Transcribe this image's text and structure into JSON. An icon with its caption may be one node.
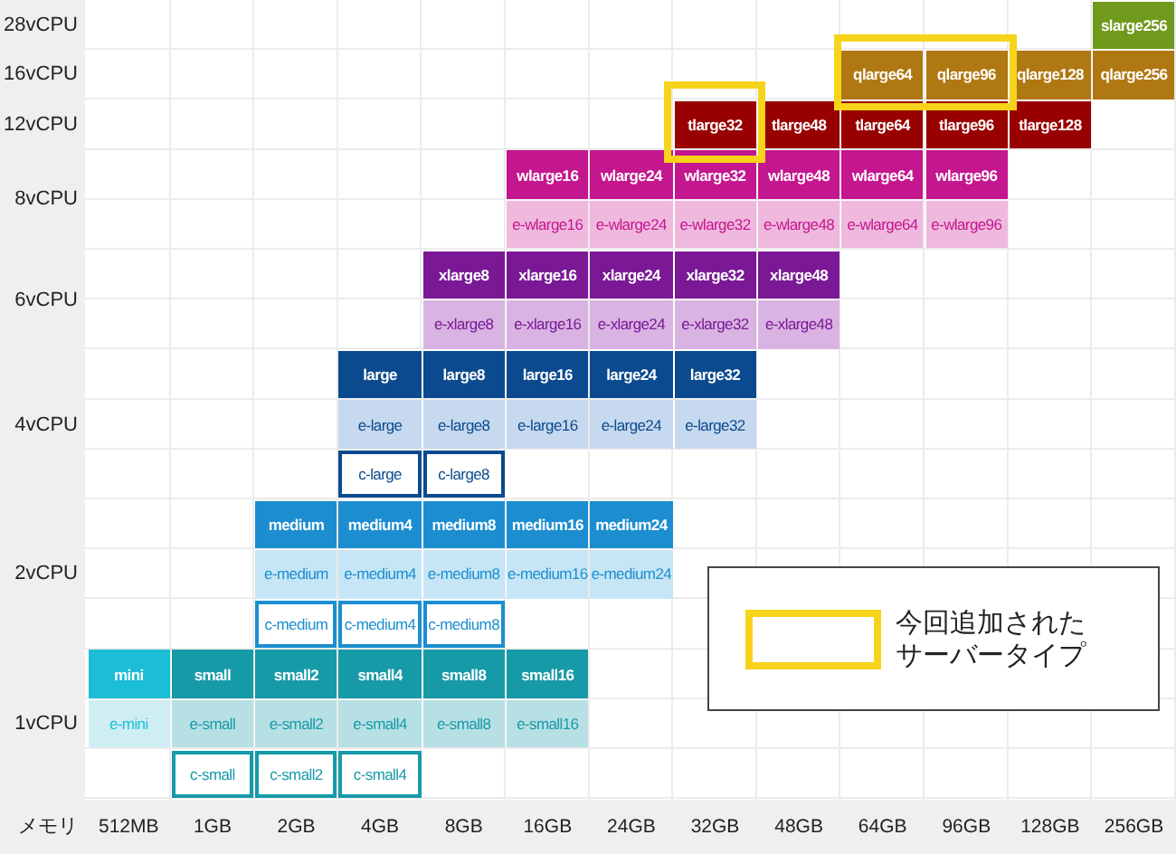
{
  "diagram": {
    "nodes": [
      {
        "text": [
          "slarge256"
        ]
      },
      {
        "text": [
          "qlarge64"
        ]
      },
      {
        "text": [
          "qlarge96"
        ]
      },
      {
        "text": [
          "qlarge128"
        ]
      },
      {
        "text": [
          "qlarge256"
        ]
      },
      {
        "text": [
          "tlarge32"
        ]
      },
      {
        "text": [
          "tlarge48"
        ]
      },
      {
        "text": [
          "tlarge64"
        ]
      },
      {
        "text": [
          "tlarge96"
        ]
      },
      {
        "text": [
          "tlarge128"
        ]
      },
      {
        "text": [
          "wlarge16"
        ]
      },
      {
        "text": [
          "wlarge24"
        ]
      },
      {
        "text": [
          "wlarge32"
        ]
      },
      {
        "text": [
          "wlarge48"
        ]
      },
      {
        "text": [
          "wlarge64"
        ]
      },
      {
        "text": [
          "wlarge96"
        ]
      },
      {
        "text": [
          "e-wlarge16"
        ]
      },
      {
        "text": [
          "e-wlarge24"
        ]
      },
      {
        "text": [
          "e-wlarge32"
        ]
      },
      {
        "text": [
          "e-wlarge48"
        ]
      },
      {
        "text": [
          "e-wlarge64"
        ]
      },
      {
        "text": [
          "e-wlarge96"
        ]
      },
      {
        "text": [
          "xlarge8"
        ]
      },
      {
        "text": [
          "xlarge16"
        ]
      },
      {
        "text": [
          "xlarge24"
        ]
      },
      {
        "text": [
          "xlarge32"
        ]
      },
      {
        "text": [
          "xlarge48"
        ]
      },
      {
        "text": [
          "e-xlarge8"
        ]
      },
      {
        "text": [
          "e-xlarge16"
        ]
      },
      {
        "text": [
          "e-xlarge24"
        ]
      },
      {
        "text": [
          "e-xlarge32"
        ]
      },
      {
        "text": [
          "e-xlarge48"
        ]
      },
      {
        "text": [
          "large"
        ]
      },
      {
        "text": [
          "large8"
        ]
      },
      {
        "text": [
          "large16"
        ]
      },
      {
        "text": [
          "large24"
        ]
      },
      {
        "text": [
          "large32"
        ]
      },
      {
        "text": [
          "e-large"
        ]
      },
      {
        "text": [
          "e-large8"
        ]
      },
      {
        "text": [
          "e-large16"
        ]
      },
      {
        "text": [
          "e-large24"
        ]
      },
      {
        "text": [
          "e-large32"
        ]
      },
      {
        "text": [
          "c-large"
        ]
      },
      {
        "text": [
          "c-large8"
        ]
      },
      {
        "text": [
          "medium"
        ]
      },
      {
        "text": [
          "medium4"
        ]
      },
      {
        "text": [
          "medium8"
        ]
      },
      {
        "text": [
          "medium16"
        ]
      },
      {
        "text": [
          "medium24"
        ]
      },
      {
        "text": [
          "e-medium"
        ]
      },
      {
        "text": [
          "e-medium4"
        ]
      },
      {
        "text": [
          "e-medium8"
        ]
      },
      {
        "text": [
          "e-medium16"
        ]
      },
      {
        "text": [
          "e-medium24"
        ]
      },
      {
        "text": [
          "c-medium"
        ]
      },
      {
        "text": [
          "c-medium4"
        ]
      },
      {
        "text": [
          "c-medium8"
        ]
      },
      {
        "text": [
          "mini"
        ]
      },
      {
        "text": [
          "small"
        ]
      },
      {
        "text": [
          "small2"
        ]
      },
      {
        "text": [
          "small4"
        ]
      },
      {
        "text": [
          "small8"
        ]
      },
      {
        "text": [
          "small16"
        ]
      },
      {
        "text": [
          "e-mini"
        ]
      },
      {
        "text": [
          "e-small"
        ]
      },
      {
        "text": [
          "e-small2"
        ]
      },
      {
        "text": [
          "e-small4"
        ]
      },
      {
        "text": [
          "e-small8"
        ]
      },
      {
        "text": [
          "e-small16"
        ]
      },
      {
        "text": [
          "c-small"
        ]
      },
      {
        "text": [
          "c-small2"
        ]
      },
      {
        "text": [
          "c-small4"
        ]
      }
    ],
    "labels": [
      "28vCPU",
      "16vCPU",
      "12vCPU",
      "8vCPU",
      "6vCPU",
      "4vCPU",
      "2vCPU",
      "1vCPU",
      "メモリ",
      "512MB",
      "1GB",
      "2GB",
      "4GB",
      "8GB",
      "16GB",
      "24GB",
      "32GB",
      "48GB",
      "64GB",
      "96GB",
      "128GB",
      "256GB"
    ],
    "legend": [
      {
        "text": "今回追加されたサーバータイプ"
      }
    ]
  }
}
